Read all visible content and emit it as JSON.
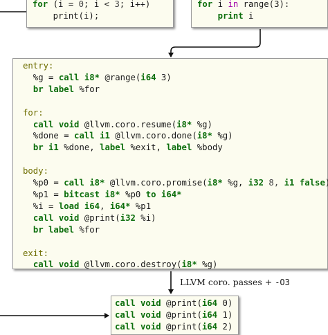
{
  "c_code": {
    "line1": [
      "for",
      " (i = ",
      "0",
      "; i < ",
      "3",
      "; i++)"
    ],
    "line2": "    print(i);"
  },
  "python_code": {
    "line1": [
      "for",
      " i ",
      "in",
      " range(3):"
    ],
    "line2": [
      "    ",
      "print",
      " i"
    ]
  },
  "llvm_ir": {
    "entry_label": "entry:",
    "entry_l1": [
      "  %g = ",
      "call i8*",
      " @range(",
      "i64",
      " 3)"
    ],
    "entry_l2": [
      "  ",
      "br label",
      " %for"
    ],
    "for_label": "for:",
    "for_l1": [
      "  ",
      "call void",
      " @llvm.coro.resume(",
      "i8*",
      " %g)"
    ],
    "for_l2": [
      "  %done = ",
      "call i1",
      " @llvm.coro.done(",
      "i8*",
      " %g)"
    ],
    "for_l3": [
      "  ",
      "br i1",
      " %done, ",
      "label",
      " %exit, ",
      "label",
      " %body"
    ],
    "body_label": "body:",
    "body_l1": [
      "  %p0 = ",
      "call i8*",
      " @llvm.coro.promise(",
      "i8*",
      " %g, ",
      "i32",
      " 8, ",
      "i1 false",
      ")"
    ],
    "body_l2": [
      "  %p1 = ",
      "bitcast i8*",
      " %p0 ",
      "to i64*"
    ],
    "body_l3": [
      "  %i = ",
      "load i64",
      ", ",
      "i64*",
      " %p1"
    ],
    "body_l4": [
      "  ",
      "call void",
      " @print(",
      "i32",
      " %i)"
    ],
    "body_l5": [
      "  ",
      "br label",
      " %for"
    ],
    "exit_label": "exit:",
    "exit_l1": [
      "  ",
      "call void",
      " @llvm.coro.destroy(",
      "i8*",
      " %g)"
    ]
  },
  "passes_label": {
    "text": "LLVM coro. passes + ",
    "flag": "-O3"
  },
  "output": {
    "l1": [
      "call void",
      " @print(",
      "i64",
      " 0)"
    ],
    "l2": [
      "call void",
      " @print(",
      "i64",
      " 1)"
    ],
    "l3": [
      "call void",
      " @print(",
      "i64",
      " 2)"
    ]
  }
}
